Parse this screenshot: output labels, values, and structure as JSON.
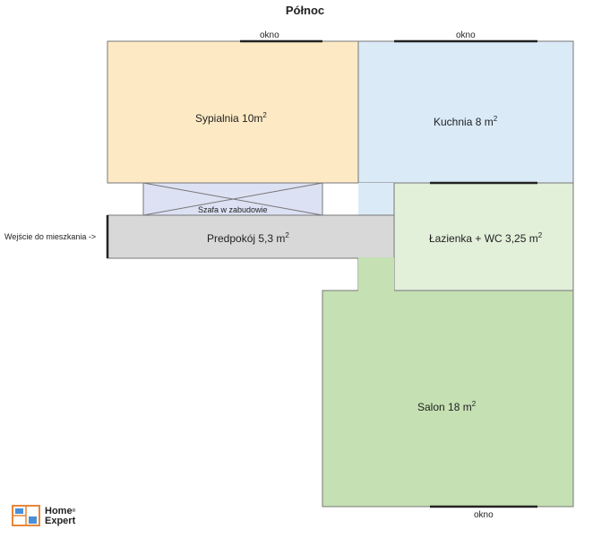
{
  "compass": "Północ",
  "entrance": "Wejście do mieszkania ->",
  "window_label": "okno",
  "rooms": {
    "sypialnia": {
      "name": "Sypialnia 10m",
      "sup": "2",
      "color": "#fdeac4"
    },
    "kuchnia": {
      "name": "Kuchnia 8 m",
      "sup": "2",
      "color": "#daeaf7"
    },
    "szafa": {
      "name": "Szafa w zabudowie",
      "color": "#dde1f4"
    },
    "przedpokoj": {
      "name": "Predpokój 5,3 m",
      "sup": "2",
      "color": "#d8d8d8"
    },
    "lazienka": {
      "name": "Łazienka + WC 3,25 m",
      "sup": "2",
      "color": "#e2efd9"
    },
    "salon": {
      "name": "Salon 18 m",
      "sup": "2",
      "color": "#c5e0b3"
    }
  },
  "logo": {
    "line1": "Home",
    "line2": "Expert",
    "mark": "®"
  }
}
